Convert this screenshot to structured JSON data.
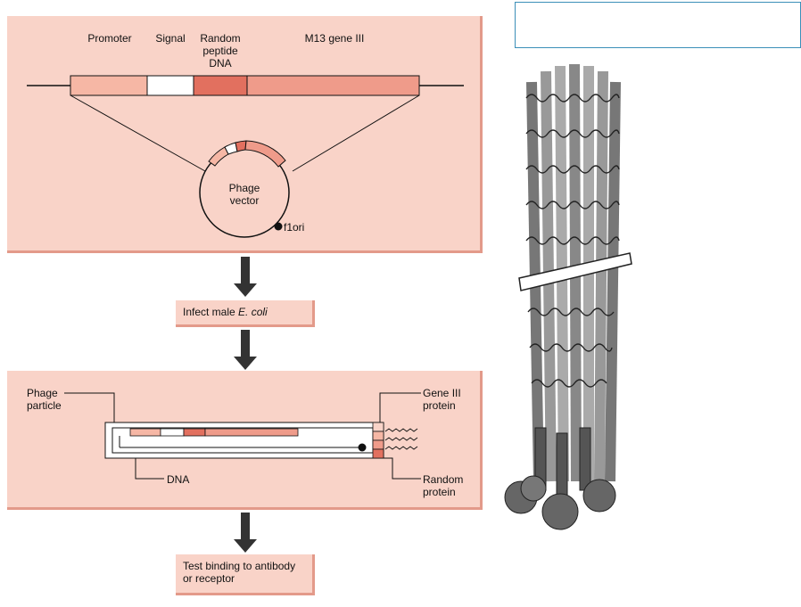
{
  "panel1": {
    "labels": {
      "promoter": "Promoter",
      "signal": "Signal",
      "random_line1": "Random",
      "random_line2": "peptide",
      "random_line3": "DNA",
      "gene3": "M13 gene III"
    },
    "vector_line1": "Phage",
    "vector_line2": "vector",
    "ori": "f1ori"
  },
  "step1": {
    "text_prefix": "Infect male ",
    "text_italic": "E. coli"
  },
  "panel2": {
    "phage_line1": "Phage",
    "phage_line2": "particle",
    "dna": "DNA",
    "gene3_line1": "Gene III",
    "gene3_line2": "protein",
    "random_line1": "Random",
    "random_line2": "protein"
  },
  "step2": {
    "line1": "Test binding to antibody",
    "line2": "or receptor"
  },
  "colors": {
    "panel": "#f9d3c8",
    "panel_shadow": "#e39a8a",
    "promoter": "#f6b7a5",
    "signal": "#ffffff",
    "random_dna": "#e2705f",
    "gene3": "#ef9b8a",
    "arrow": "#333333"
  },
  "icons": {
    "phage_structure": "filamentous-phage-icon",
    "flow_arrow": "down-arrow-icon"
  }
}
